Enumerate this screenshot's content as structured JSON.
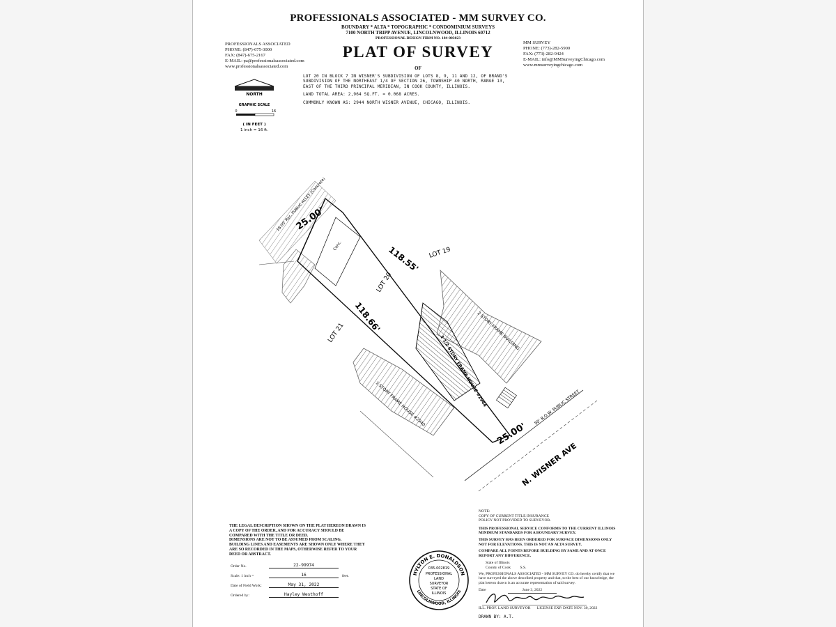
{
  "header": {
    "company": "PROFESSIONALS ASSOCIATED - MM SURVEY CO.",
    "services": "BOUNDARY * ALTA * TOPOGRAPHIC * CONDOMINIUM SURVEYS",
    "address": "7100 NORTH TRIPP AVENUE, LINCOLNWOOD, ILLINOIS 60712",
    "design_firm": "PROFESSIONAL DESIGN FIRM NO. 184-003023"
  },
  "contact_left": {
    "name": "PROFESSIONALS ASSOCIATED",
    "phone": "PHONE: (847)-675-3000",
    "fax": "FAX: (847)-675-2167",
    "email": "E-MAIL: pa@professionalsassociated.com",
    "web": "www.professionalsassociated.com"
  },
  "contact_right": {
    "name": "MM SURVEY",
    "phone": "PHONE: (773)-282-5900",
    "fax": "FAX: (773)-282-9424",
    "email": "E-MAIL: info@MMSurveyingChicago.com",
    "web": "www.mmsurveyingchicago.com"
  },
  "title": "PLAT OF SURVEY",
  "title_of": "OF",
  "legal": {
    "line1": "LOT 20 IN BLOCK 7 IN WISNER'S SUBDIVISION OF LOTS 8, 9, 11 AND 12, OF BRAND'S",
    "line2": "SUBDIVISION OF THE NORTHEAST 1/4 OF SECTION 26, TOWNSHIP 40 NORTH, RANGE 13,",
    "line3": "EAST OF THE THIRD PRINCIPAL MERIDIAN, IN COOK COUNTY, ILLINOIS.",
    "area": "LAND TOTAL AREA: 2,964 SQ.FT. = 0.068 ACRES.",
    "known_as": "COMMONLY KNOWN AS: 2944 NORTH WISNER AVENUE, CHICAGO, ILLINOIS."
  },
  "scale": {
    "north": "NORTH",
    "graphic_scale": "GRAPHIC SCALE",
    "zero": "0",
    "sixteen": "16",
    "in_feet": "( IN FEET )",
    "inch": "1 inch = 16 ft."
  },
  "plat": {
    "top_dim": "25.00'",
    "bottom_dim": "25.00'",
    "right_dim": "118.55'",
    "left_dim": "118.66'",
    "lot20": "LOT 20",
    "lot19": "LOT 19",
    "lot21": "LOT 21",
    "house": "1 1/2 STORY FRAME HOUSE #2944",
    "building_right": "2 STORY FRAME BUILDING",
    "building_left": "1 STORY FRAME HOUSE #2940",
    "alley": "16.00' Rec. PUBLIC ALLEY (Concrete)",
    "street": "50' R.O.W. PUBLIC STREET",
    "wisner": "N. WISNER AVE",
    "conc": "Conc."
  },
  "notes_left": {
    "n1": "THE LEGAL DESCRIPTION SHOWN ON THE PLAT HEREON DRAWN IS A COPY OF THE ORDER, AND FOR ACCURACY SHOULD BE COMPARED WITH THE TITLE OR DEED.",
    "n2": "DIMENSIONS ARE NOT TO BE ASSUMED FROM SCALING.",
    "n3": "BUILDING LINES AND EASEMENTS ARE SHOWN ONLY WHERE THEY ARE SO RECORDED IN THE MAPS, OTHERWISE REFER TO YOUR DEED OR ABSTRACT."
  },
  "order": {
    "order_label": "Order No.",
    "order_no": "22-99974",
    "scale_label": "Scale: 1 inch =",
    "scale_value": "16",
    "scale_unit": "feet.",
    "date_label": "Date of Field Work:",
    "date_value": "May 31, 2022",
    "ordered_label": "Ordered by:",
    "ordered_value": "Hayley Westhoff"
  },
  "seal": {
    "ring_top": "HYLTON E. DONALDSON",
    "ring_bottom": "LINCOLNWOOD, ILLINOIS",
    "number": "035-002819",
    "l1": "PROFESSIONAL",
    "l2": "LAND",
    "l3": "SURVEYOR",
    "l4": "STATE OF",
    "l5": "ILLINOIS"
  },
  "notes_right": {
    "note_hdr": "NOTE:",
    "note1": "COPY OF CURRENT TITLE INSURANCE",
    "note2": "POLICY NOT PROVIDED TO SURVEYOR.",
    "n_conform": "THIS PROFESSIONAL SERVICE CONFORMS TO THE CURRENT ILLINOIS MINIMUM STANDARDS FOR A BOUNDARY SURVEY.",
    "n_surface": "THIS SURVEY HAS BEEN ORDERED FOR SURFACE DIMENSIONS ONLY NOT FOR ELEVATIONS. THIS IS NOT AN ALTA SURVEY.",
    "n_compare": "COMPARE ALL POINTS BEFORE BUILDING BY SAME AND AT ONCE REPORT ANY DIFFERENCE.",
    "state": "State of Illinois",
    "county": "County of Cook",
    "ss": "S.S.",
    "cert": "We, PROFESSIONALS ASSOCIATED - MM SURVEY CO. do hereby certify that we have surveyed the above described property and that, to the best of our knowledge, the plat hereon drawn is an accurate representation of said survey.",
    "date_label": "Date",
    "date_value": "June 3, 2022",
    "license": "ILL. PROF. LAND SURVEYOR",
    "expire": "LICENSE EXP. DATE NOV. 30, 2022",
    "drawn": "DRAWN BY: A.T."
  }
}
